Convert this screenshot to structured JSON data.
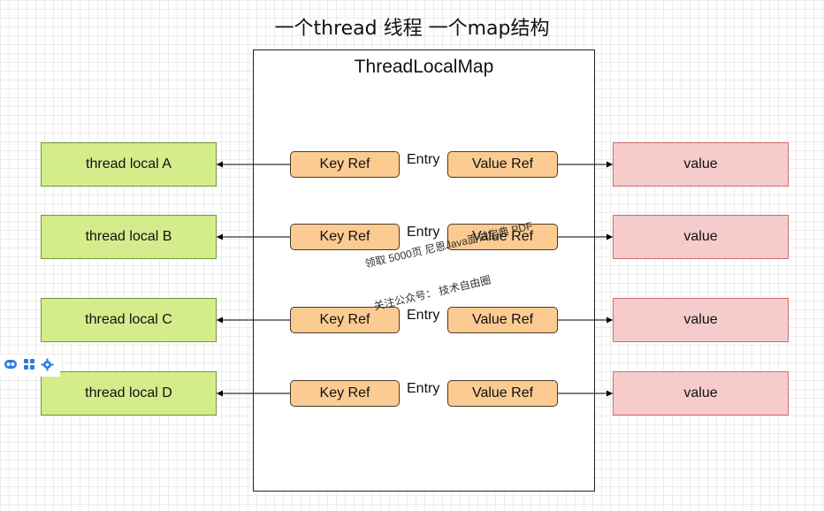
{
  "title": "一个thread  线程 一个map结构",
  "map_title": "ThreadLocalMap",
  "rows": [
    {
      "thread": "thread local A",
      "key": "Key Ref",
      "entry": "Entry",
      "value_ref": "Value Ref",
      "value": "value"
    },
    {
      "thread": "thread local B",
      "key": "Key Ref",
      "entry": "Entry",
      "value_ref": "Value Ref",
      "value": "value"
    },
    {
      "thread": "thread local C",
      "key": "Key Ref",
      "entry": "Entry",
      "value_ref": "Value Ref",
      "value": "value"
    },
    {
      "thread": "thread local D",
      "key": "Key Ref",
      "entry": "Entry",
      "value_ref": "Value Ref",
      "value": "value"
    }
  ],
  "watermark": {
    "line1": "领取 5000页 尼恩Java面试宝典 PDF",
    "line2": "关注公众号： 技术自由圈"
  },
  "toolbar_icons": [
    "video-icon",
    "grid-icon",
    "gear-icon"
  ],
  "colors": {
    "thread_fill": "#d5ec8c",
    "value_fill": "#f6cbcb",
    "ref_fill": "#fccb91"
  }
}
